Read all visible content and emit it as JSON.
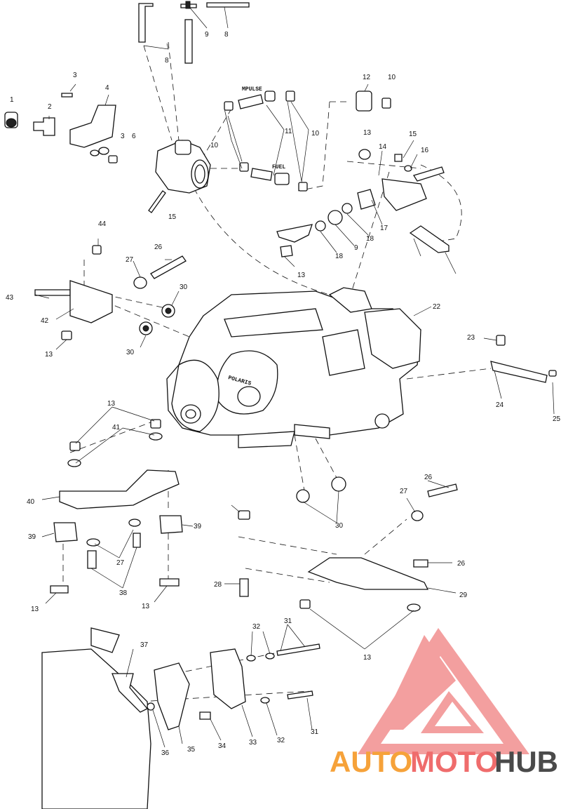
{
  "callouts": [
    "1",
    "2",
    "3",
    "4",
    "3",
    "6",
    "8",
    "9",
    "8",
    "10",
    "11",
    "10",
    "12",
    "10",
    "13",
    "14",
    "15",
    "16",
    "17",
    "18",
    "9",
    "18",
    "13",
    "15",
    "44",
    "26",
    "27",
    "30",
    "43",
    "42",
    "13",
    "30",
    "22",
    "23",
    "24",
    "25",
    "13",
    "41",
    "40",
    "39",
    "39",
    "27",
    "38",
    "13",
    "13",
    "28",
    "26",
    "27",
    "30",
    "26",
    "29",
    "13",
    "32",
    "31",
    "37",
    "35",
    "34",
    "33",
    "32",
    "36",
    "31"
  ],
  "labels": {
    "impulse": "MPULSE",
    "fuel": "FUEL"
  },
  "watermark": {
    "part1": "AUTO",
    "part2": "MOTO",
    "part3": "HUB",
    "colors": {
      "auto": "#f6a23a",
      "moto": "#ef6c6c",
      "hub": "#4a4a4a",
      "logo": "#f08080"
    }
  }
}
